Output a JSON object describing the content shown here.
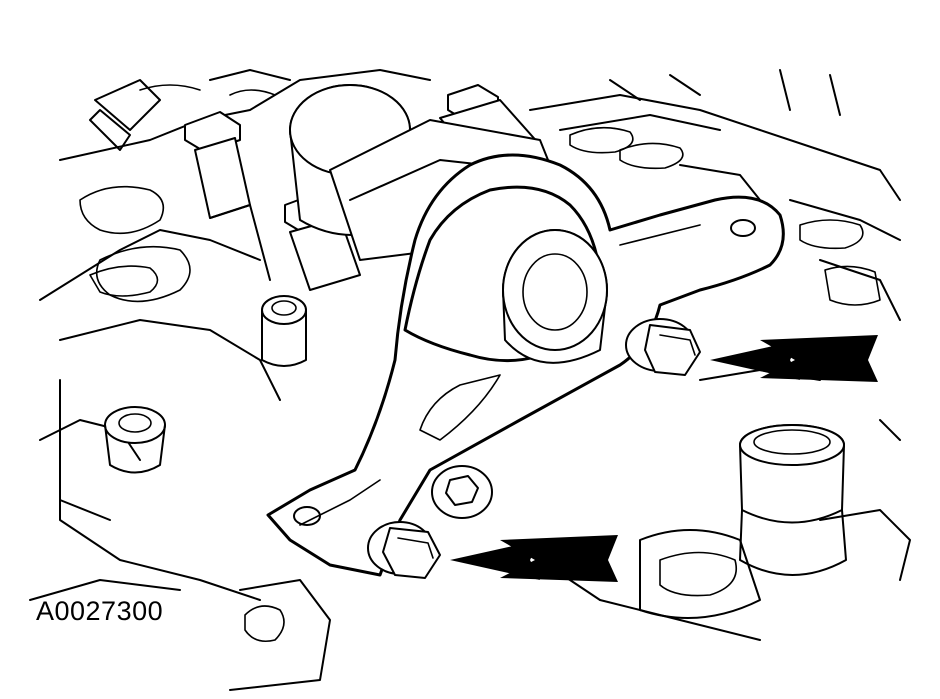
{
  "figure": {
    "id_label": "A0027300",
    "colors": {
      "line": "#000000",
      "background": "#ffffff"
    },
    "callout_arrows": [
      {
        "name": "upper-bolt-arrow",
        "points_to": "upper-bracket-bolt"
      },
      {
        "name": "lower-bolt-arrow",
        "points_to": "lower-bracket-bolt"
      }
    ]
  }
}
